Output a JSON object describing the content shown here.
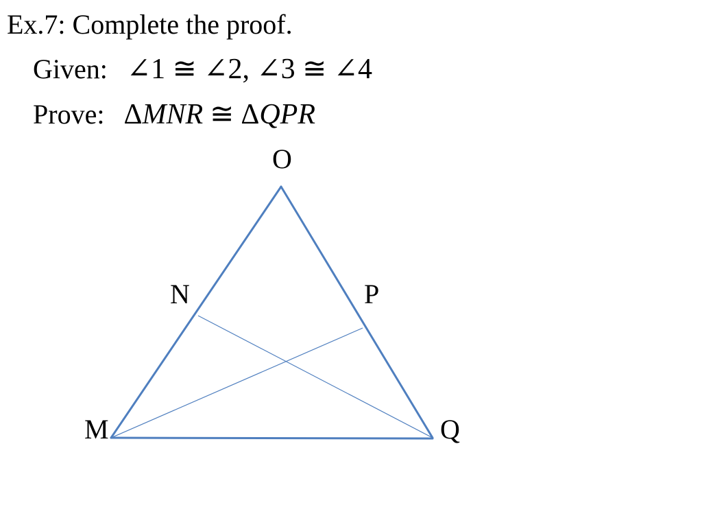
{
  "header": {
    "title": "Ex.7: Complete the proof."
  },
  "given": {
    "label": "Given:",
    "statement": "∠1 ≅ ∠2, ∠3 ≅ ∠4"
  },
  "prove": {
    "label": "Prove:",
    "statement_left_delta": "Δ",
    "statement_left": "MNR",
    "statement_congruent": "≅",
    "statement_right_delta": "Δ",
    "statement_right": "QPR"
  },
  "diagram": {
    "line_color": "#4f7fbf",
    "vertices": {
      "O": "O",
      "N": "N",
      "P": "P",
      "M": "M",
      "Q": "Q"
    }
  }
}
